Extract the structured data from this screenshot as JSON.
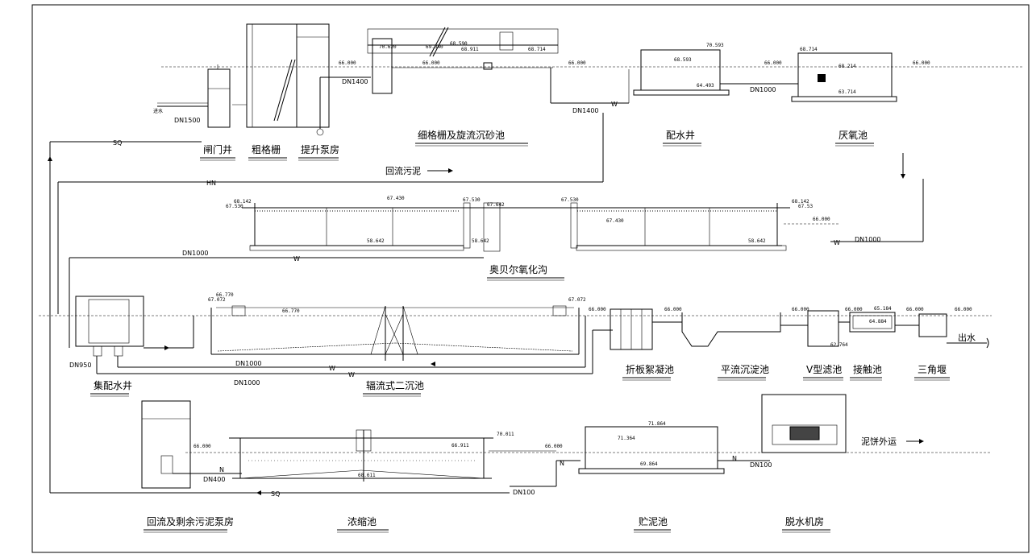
{
  "units": {
    "zhamen_jing": "闸门井",
    "cu_ge_shan": "粗格栅",
    "tisheng_bengfang": "提升泵房",
    "xi_ge_shan": "细格栅及旋流沉砂池",
    "peishui_jing": "配水井",
    "yan_yang_chi": "厌氧池",
    "obel": "奥贝尔氧化沟",
    "jipei_shuijing": "集配水井",
    "fushe_erchen": "辐流式二沉池",
    "zheban": "折板絮凝池",
    "pingliu": "平流沉淀池",
    "v_lvchi": "V型滤池",
    "jiechu": "接触池",
    "sanjiao": "三角堰",
    "huiliu_bengfang": "回流及剩余污泥泵房",
    "nongsuo": "浓缩池",
    "zhuni": "贮泥池",
    "tuoshui": "脱水机房"
  },
  "labels": {
    "jinshui": "进水",
    "chushui": "出水",
    "huiliu_wuni": "回流污泥",
    "nibing_waiyun": "泥饼外运"
  },
  "lines": {
    "sq": "SQ",
    "hn": "HN",
    "w": "W",
    "n": "N"
  },
  "pipes": {
    "dn1500": "DN1500",
    "dn1400": "DN1400",
    "dn1000": "DN1000",
    "dn950": "DN950",
    "dn400": "DN400",
    "dn100": "DN100"
  },
  "elevations": {
    "e66_000": "66.000",
    "e70_593": "70.593",
    "e68_593": "68.593",
    "e64_493": "64.493",
    "e68_714": "68.714",
    "e68_214": "68.214",
    "e63_714": "63.714",
    "e70_620": "70.620",
    "e69_340": "69.340",
    "e68_590": "68.590",
    "e68_911": "68.911",
    "e68_714b": "68.714",
    "e68_142": "68.142",
    "e67_530": "67.530",
    "e67_430": "67.430",
    "e67_642": "67.642",
    "e58_642": "58.642",
    "e67_53": "67.53",
    "e66_770": "66.770",
    "e67_072": "67.072",
    "e65_184": "65.184",
    "e64_884": "64.884",
    "e62_764": "62.764",
    "e70_011": "70.011",
    "e71_864": "71.864",
    "e71_364": "71.364",
    "e69_864": "69.864",
    "e66_911": "66.911",
    "e68_611": "68.611"
  }
}
